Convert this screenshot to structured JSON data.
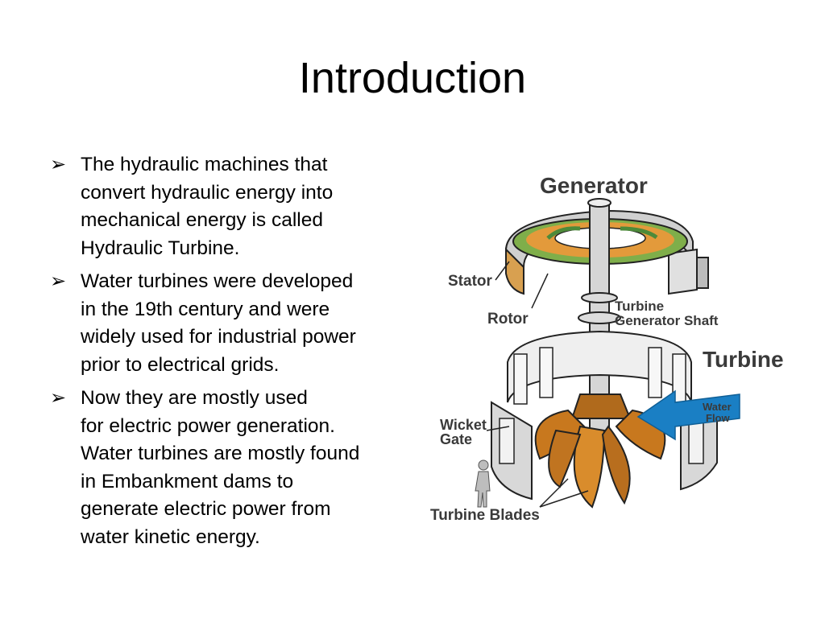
{
  "slide": {
    "title": "Introduction",
    "bullets": [
      {
        "icon": "arrow-bullet-icon",
        "lines": [
          "The hydraulic machines that",
          "convert hydraulic energy into",
          "mechanical energy is called",
          "Hydraulic Turbine."
        ]
      },
      {
        "icon": "arrow-bullet-icon",
        "lines": [
          "Water turbines were developed",
          "in the 19th century and were",
          "widely used for industrial power",
          "prior to electrical grids."
        ]
      },
      {
        "icon": "arrow-bullet-icon",
        "lines": [
          "Now they are mostly used",
          "for electric power generation.",
          "Water turbines are mostly found",
          "in Embankment dams to",
          "generate electric power from",
          "water kinetic energy."
        ]
      }
    ]
  },
  "diagram": {
    "labels": {
      "generator": "Generator",
      "stator": "Stator",
      "rotor": "Rotor",
      "shaft_line1": "Turbine",
      "shaft_line2": "Generator Shaft",
      "turbine": "Turbine",
      "water_line1": "Water",
      "water_line2": "Flow",
      "wicket_line1": "Wicket",
      "wicket_line2": "Gate",
      "blades": "Turbine Blades"
    },
    "colors": {
      "accent_blue": "#1a7fc4",
      "blade_brown": "#c8781e",
      "stator_orange": "#d8a050",
      "rotor_green": "#7fae4a",
      "gray": "#d0d0d0"
    }
  }
}
